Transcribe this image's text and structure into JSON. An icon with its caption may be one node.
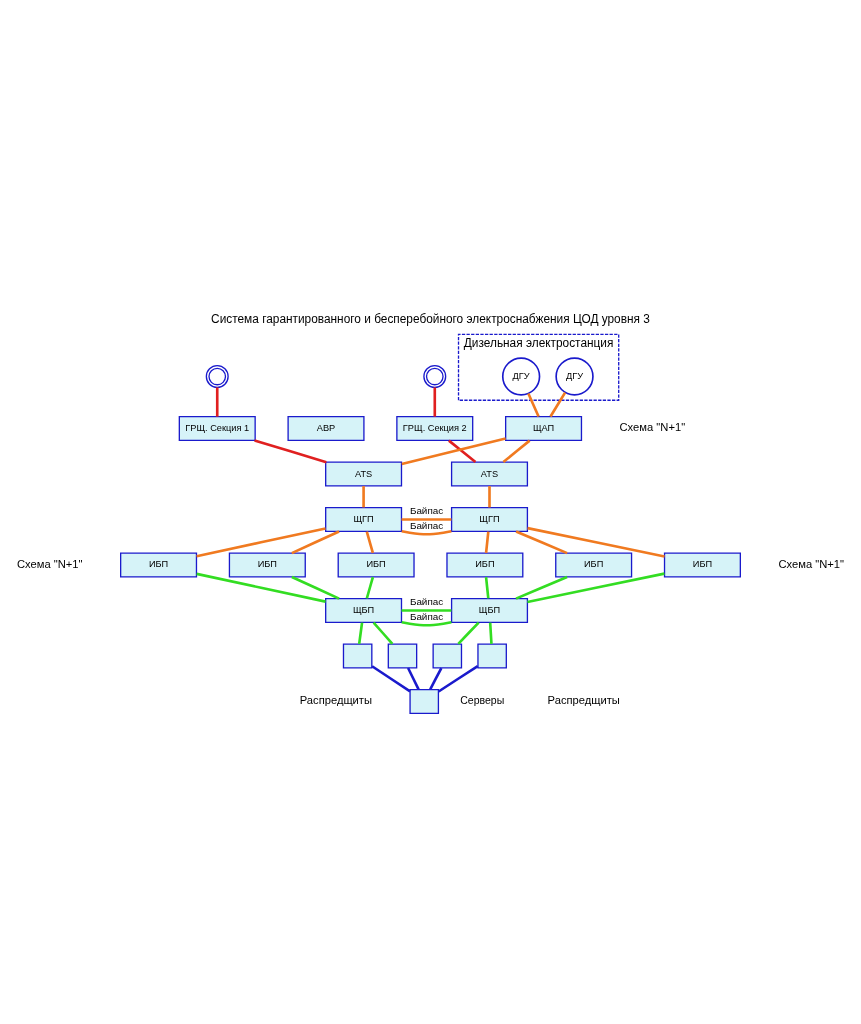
{
  "diagram": {
    "title": "Система гарантированного и бесперебойного электроснабжения ЦОД уровня 3",
    "nodes": [
      {
        "text": [],
        "shape": "circle"
      },
      {
        "text": [],
        "shape": "circle"
      },
      {
        "text": [
          "Дизельная электростанция"
        ]
      },
      {
        "text": [
          "ДГУ"
        ],
        "in": 2
      },
      {
        "text": [
          "ДГУ"
        ],
        "in": 2
      },
      {
        "text": [
          "ГРЩ. Секция 1"
        ]
      },
      {
        "text": [
          "АВР"
        ]
      },
      {
        "text": [
          "ГРЩ. Секция 2"
        ]
      },
      {
        "text": [
          "ЩАП"
        ]
      },
      {
        "text": [
          "ATS"
        ]
      },
      {
        "text": [
          "ATS"
        ]
      },
      {
        "text": [
          "ЩГП"
        ]
      },
      {
        "text": [
          "ЩГП"
        ]
      },
      {
        "text": [
          "ИБП"
        ]
      },
      {
        "text": [
          "ИБП"
        ]
      },
      {
        "text": [
          "ИБП"
        ]
      },
      {
        "text": [
          "ИБП"
        ]
      },
      {
        "text": [
          "ИБП"
        ]
      },
      {
        "text": [
          "ИБП"
        ]
      },
      {
        "text": [
          "ЩБП"
        ]
      },
      {
        "text": [
          "ЩБП"
        ]
      },
      {
        "text": [],
        "shape": "box"
      },
      {
        "text": [],
        "shape": "box"
      },
      {
        "text": [],
        "shape": "box"
      },
      {
        "text": [],
        "shape": "box"
      },
      {
        "text": [],
        "shape": "box",
        "beside": [
          "Серверы"
        ]
      }
    ],
    "edges": [
      {
        "from": 0,
        "to": 5,
        "arrow": "none",
        "color": "#e02020"
      },
      {
        "from": 1,
        "to": 7,
        "arrow": "none",
        "color": "#e02020"
      },
      {
        "from": 3,
        "to": 8,
        "arrow": "none"
      },
      {
        "from": 4,
        "to": 8,
        "arrow": "none"
      },
      {
        "from": 5,
        "to": 9,
        "arrow": "none",
        "color": "#e02020"
      },
      {
        "from": 7,
        "to": 10,
        "arrow": "none",
        "color": "#e02020"
      },
      {
        "from": 8,
        "to": 9,
        "arrow": "none"
      },
      {
        "from": 8,
        "to": 10,
        "arrow": "none"
      },
      {
        "from": 9,
        "to": 11,
        "arrow": "none"
      },
      {
        "from": 10,
        "to": 12,
        "arrow": "none"
      },
      {
        "from": 11,
        "to": 12,
        "arrow": "none",
        "label": "Байпас"
      },
      {
        "from": 11,
        "to": 12,
        "arrow": "none",
        "label": "Байпас"
      },
      {
        "from": 11,
        "to": 13,
        "arrow": "none"
      },
      {
        "from": 11,
        "to": 14,
        "arrow": "none"
      },
      {
        "from": 11,
        "to": 15,
        "arrow": "none"
      },
      {
        "from": 12,
        "to": 16,
        "arrow": "none"
      },
      {
        "from": 12,
        "to": 17,
        "arrow": "none"
      },
      {
        "from": 12,
        "to": 18,
        "arrow": "none"
      },
      {
        "from": 13,
        "to": 19,
        "arrow": "none",
        "color": "#33dd22"
      },
      {
        "from": 14,
        "to": 19,
        "arrow": "none",
        "color": "#33dd22"
      },
      {
        "from": 15,
        "to": 19,
        "arrow": "none",
        "color": "#33dd22"
      },
      {
        "from": 16,
        "to": 20,
        "arrow": "none",
        "color": "#33dd22"
      },
      {
        "from": 17,
        "to": 20,
        "arrow": "none",
        "color": "#33dd22"
      },
      {
        "from": 18,
        "to": 20,
        "arrow": "none",
        "color": "#33dd22"
      },
      {
        "from": 19,
        "to": 20,
        "arrow": "none",
        "label": "Байпас",
        "color": "#33dd22"
      },
      {
        "from": 19,
        "to": 20,
        "arrow": "none",
        "label": "Байпас",
        "color": "#33dd22"
      },
      {
        "from": 19,
        "to": 21,
        "arrow": "none",
        "color": "#33dd22"
      },
      {
        "from": 19,
        "to": 22,
        "arrow": "none",
        "color": "#33dd22"
      },
      {
        "from": 20,
        "to": 23,
        "arrow": "none",
        "color": "#33dd22"
      },
      {
        "from": 20,
        "to": 24,
        "arrow": "none",
        "color": "#33dd22"
      },
      {
        "from": 21,
        "to": 25,
        "arrow": "none",
        "color": "#1a1acc"
      },
      {
        "from": 22,
        "to": 25,
        "arrow": "none",
        "color": "#1a1acc"
      },
      {
        "from": 23,
        "to": 25,
        "arrow": "none",
        "color": "#1a1acc"
      },
      {
        "from": 24,
        "to": 25,
        "arrow": "none",
        "color": "#1a1acc"
      }
    ],
    "labels": [
      "Схема \"N+1\"",
      "Схема \"N+1\"",
      "Схема \"N+1\"",
      "Распредщиты",
      "Распредщиты"
    ]
  }
}
